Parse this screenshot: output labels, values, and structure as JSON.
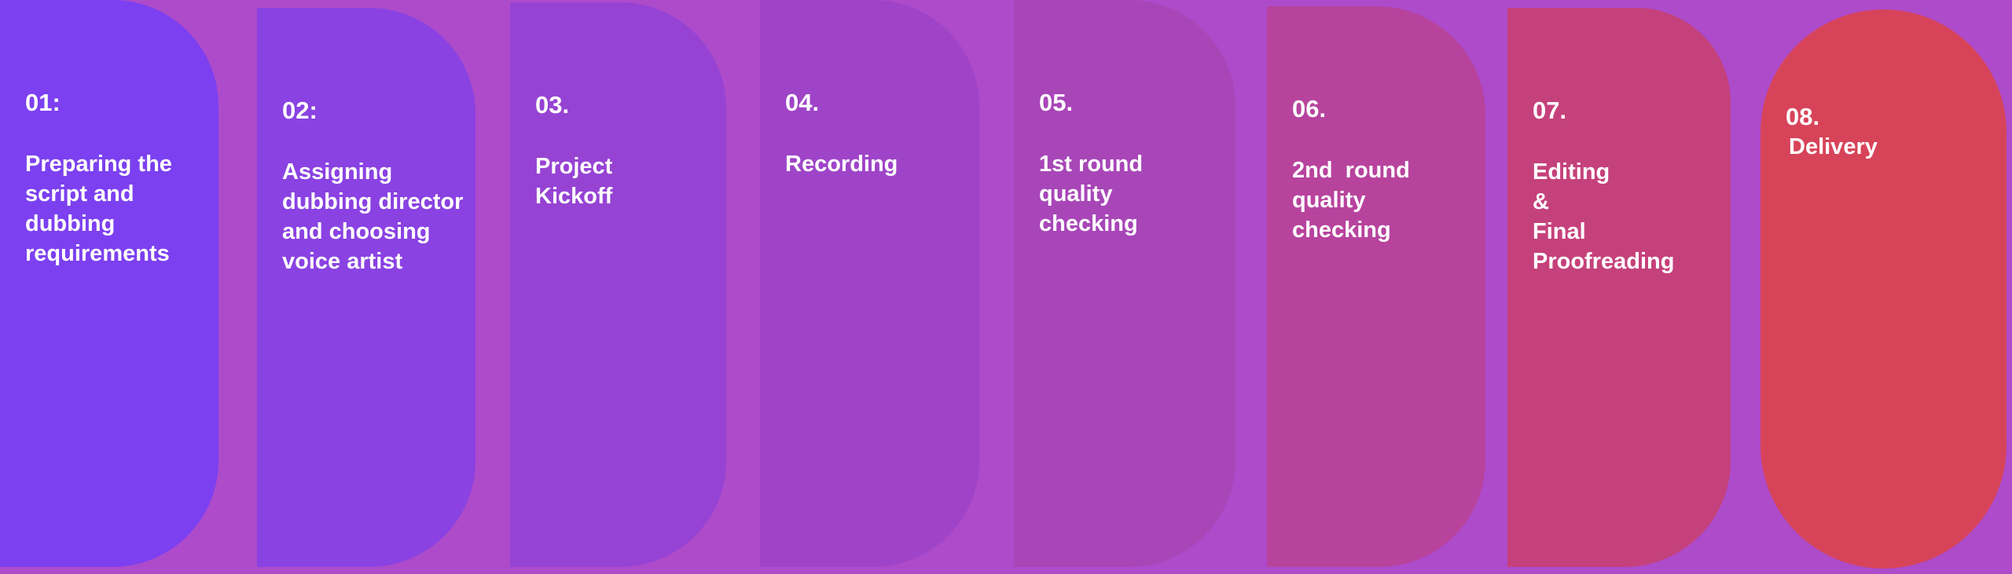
{
  "page": {
    "background": "#AD4BCB",
    "text_color": "#FFFFFF"
  },
  "steps": [
    {
      "number": "01:",
      "lines": [
        "Preparing the",
        "script and",
        "dubbing",
        "requirements"
      ],
      "color": "#7C40F0"
    },
    {
      "number": "02:",
      "lines": [
        "Assigning",
        "dubbing director",
        "and choosing",
        "voice artist"
      ],
      "color": "#8A42E2"
    },
    {
      "number": "03.",
      "lines": [
        "Project",
        "Kickoff"
      ],
      "color": "#9643D4"
    },
    {
      "number": "04.",
      "lines": [
        "Recording"
      ],
      "color": "#9F44C8"
    },
    {
      "number": "05.",
      "lines": [
        "1st round",
        "quality",
        "checking"
      ],
      "color": "#A846B8"
    },
    {
      "number": "06.",
      "lines": [
        "2nd  round",
        "quality",
        "checking"
      ],
      "color": "#B7439D"
    },
    {
      "number": "07.",
      "lines": [
        "Editing",
        "&",
        "Final",
        "Proofreading"
      ],
      "color": "#C5417B"
    },
    {
      "number": "08.",
      "lines": [
        "Delivery"
      ],
      "color": "#D7445A"
    }
  ]
}
